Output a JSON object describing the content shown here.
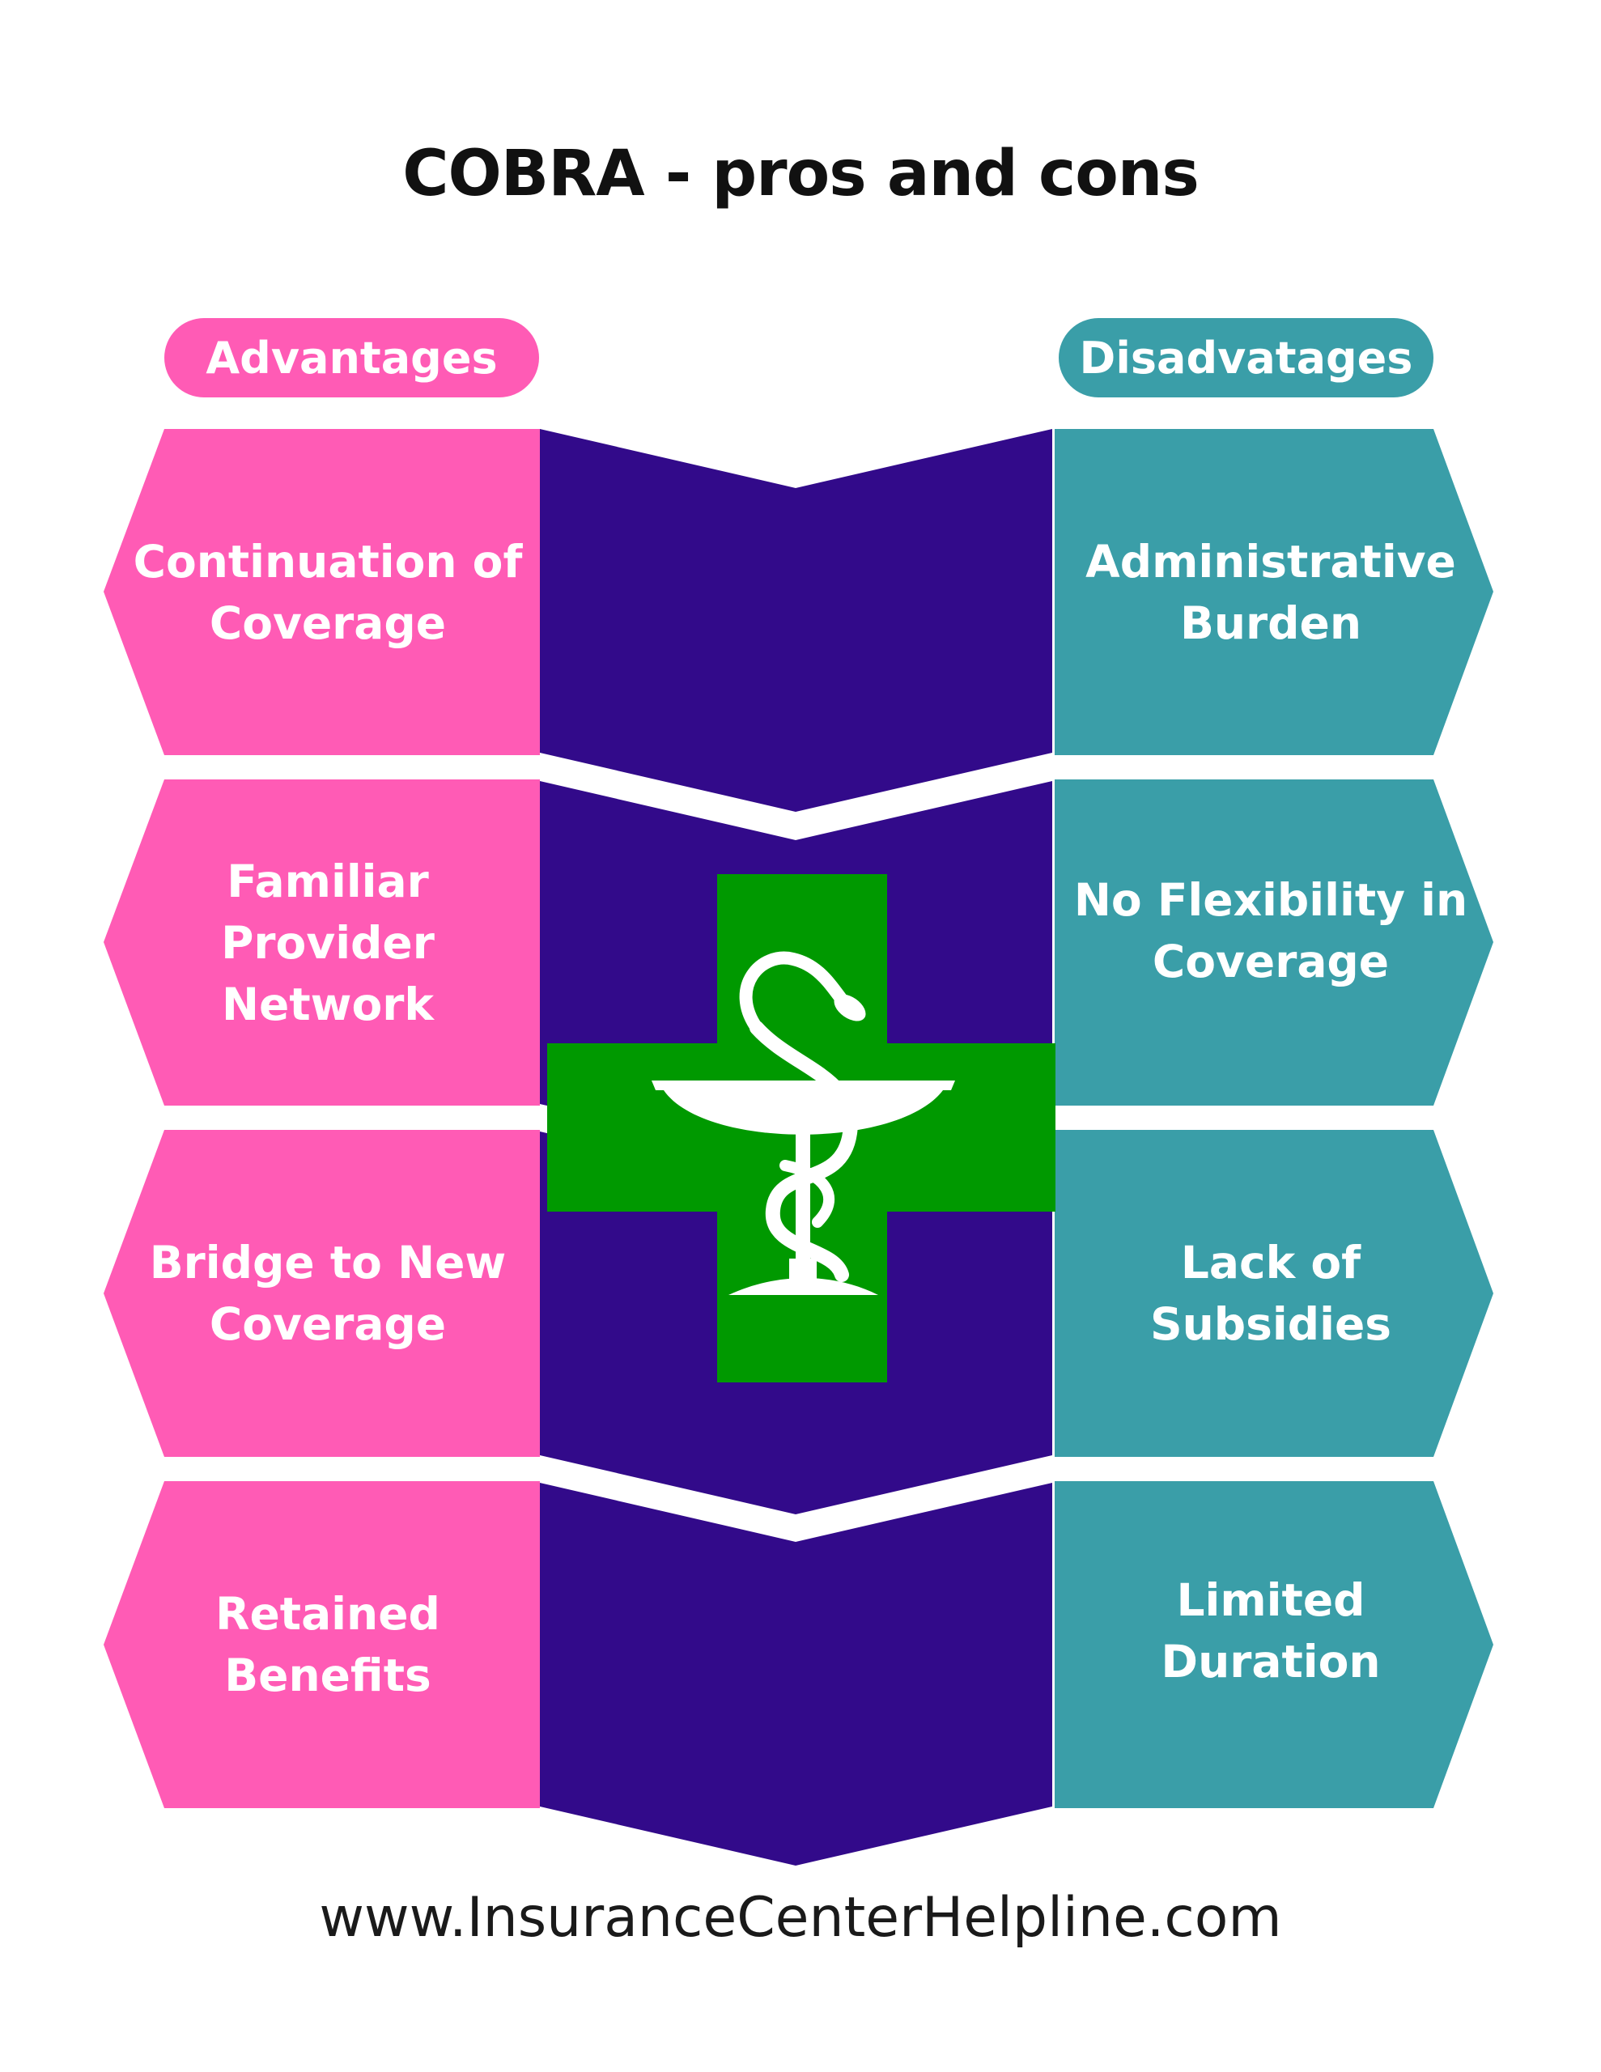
{
  "title": "COBRA - pros and cons",
  "advantages": {
    "header": "Advantages",
    "items": [
      {
        "label": "Continuation of\nCoverage"
      },
      {
        "label": "Familiar Provider\nNetwork"
      },
      {
        "label": "Bridge to New\nCoverage"
      },
      {
        "label": "Retained\nBenefits"
      }
    ]
  },
  "disadvantages": {
    "header": "Disadvatages",
    "items": [
      {
        "label": "Administrative\nBurden"
      },
      {
        "label": "No Flexibility in\nCoverage"
      },
      {
        "label": "Lack of\nSubsidies"
      },
      {
        "label": "Limited\nDuration"
      }
    ]
  },
  "center_icon": "pharmacy-cross-bowl-of-hygieia-icon",
  "footer": "www.InsuranceCenterHelpline.com",
  "colors": {
    "advantage": "#ff5bb5",
    "disadvantage": "#3a9ea8",
    "center": "#320a8a",
    "cross": "#009900",
    "icon": "#ffffff",
    "text": "#111111"
  }
}
